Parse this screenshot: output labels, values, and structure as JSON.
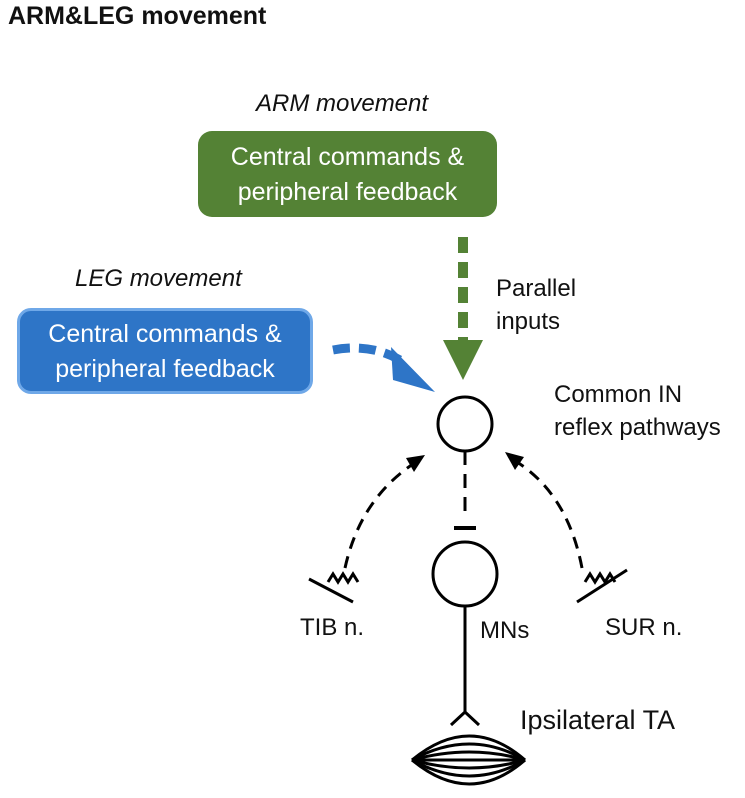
{
  "title": "ARM&LEG movement",
  "arm": {
    "heading": "ARM movement",
    "box_line1": "Central commands &",
    "box_line2": "peripheral feedback",
    "color": "#548235"
  },
  "leg": {
    "heading": "LEG movement",
    "box_line1": "Central commands &",
    "box_line2": "peripheral feedback",
    "color": "#2e75c7"
  },
  "parallel_inputs": {
    "line1": "Parallel",
    "line2": "inputs"
  },
  "common_in": {
    "line1": "Common IN",
    "line2": "reflex pathways"
  },
  "tib_label": "TIB n.",
  "sur_label": "SUR n.",
  "mns_label": "MNs",
  "ta_label": "Ipsilateral TA"
}
